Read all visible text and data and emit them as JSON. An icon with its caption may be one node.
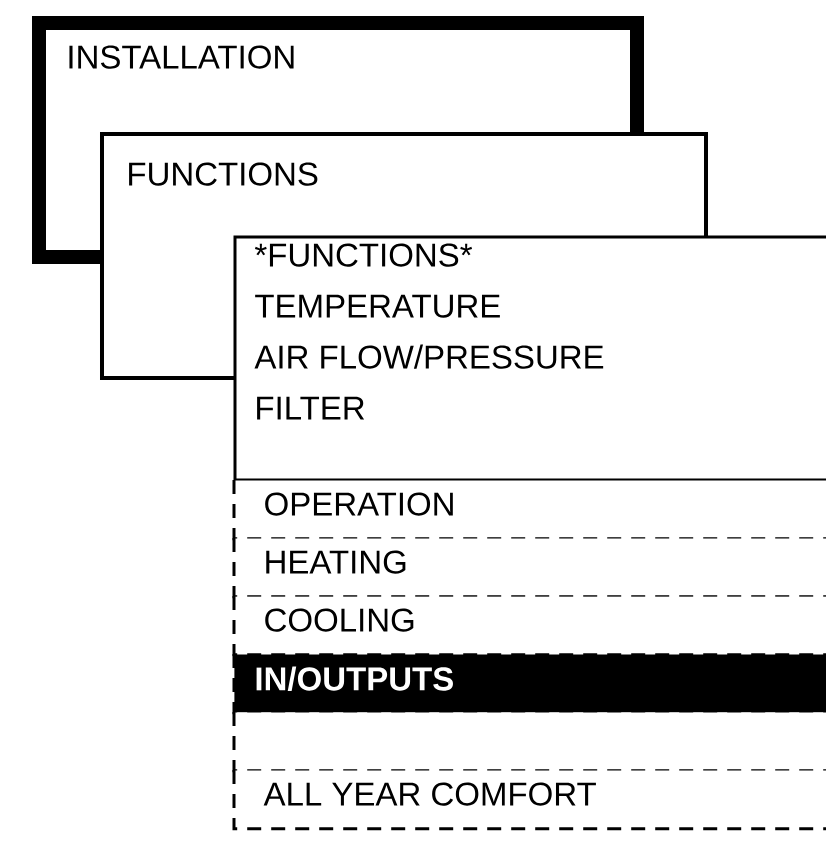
{
  "diagram": {
    "nodes": [
      {
        "text": [
          "INSTALLATION"
        ]
      },
      {
        "text": [
          "FUNCTIONS"
        ]
      },
      {
        "text": [
          "*FUNCTIONS*",
          "TEMPERATURE",
          "AIR FLOW/PRESSURE",
          "FILTER"
        ]
      },
      {
        "text": [
          "OPERATION"
        ]
      },
      {
        "text": [
          "HEATING"
        ]
      },
      {
        "text": [
          "COOLING"
        ]
      },
      {
        "text": [
          "IN/OUTPUTS"
        ]
      },
      {
        "text": [],
        "shape": "box"
      },
      {
        "text": [
          "ALL YEAR COMFORT"
        ]
      }
    ]
  }
}
